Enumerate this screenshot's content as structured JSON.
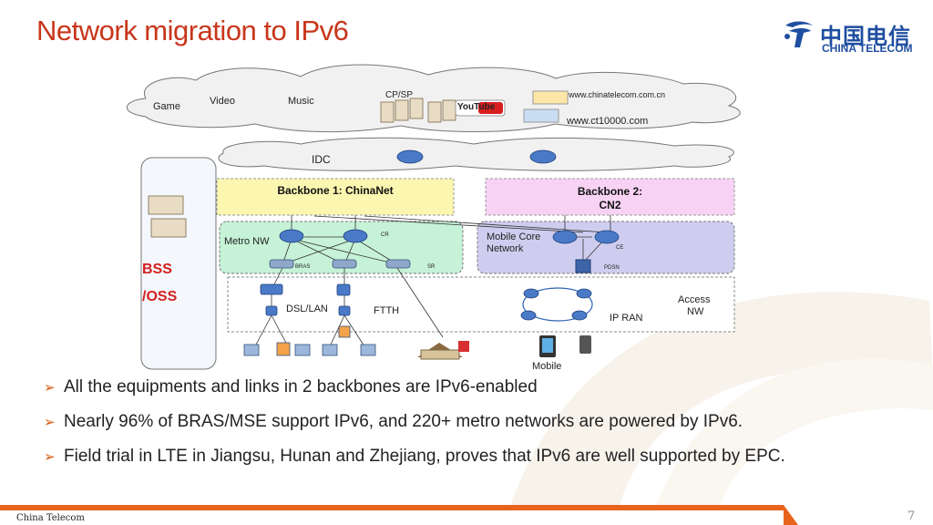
{
  "slide": {
    "title": "Network migration to IPv6",
    "logo_cn": "中国电信",
    "logo_en": "CHINA TELECOM",
    "footer_text": "China Telecom",
    "page_number": "7"
  },
  "diagram": {
    "cloud_labels": {
      "game": "Game",
      "video": "Video",
      "music": "Music",
      "cpsp": "CP/SP",
      "youtube": "YouTube",
      "site1": "www.chinatelecom.com.cn",
      "site2": "www.ct10000.com"
    },
    "idc": "IDC",
    "backbone1": "Backbone 1: ChinaNet",
    "backbone2_line1": "Backbone 2:",
    "backbone2_line2": "CN2",
    "metro": "Metro NW",
    "mobile_core_line1": "Mobile Core",
    "mobile_core_line2": "Network",
    "cr": "CR",
    "ce": "CE",
    "bras": "BRAS",
    "sr": "SR",
    "pdsn": "PDSN",
    "dsl_lan": "DSL/LAN",
    "ftth": "FTTH",
    "ip_ran": "IP RAN",
    "access_line1": "Access",
    "access_line2": "NW",
    "mobile": "Mobile",
    "bss_line1": "BSS",
    "bss_line2": "/OSS"
  },
  "bullets": [
    "All the equipments and links in 2 backbones are IPv6-enabled",
    "Nearly 96% of BRAS/MSE support IPv6, and 220+ metro networks are powered by IPv6.",
    "Field trial in LTE in Jiangsu, Hunan and Zhejiang, proves that IPv6 are well supported by EPC."
  ],
  "colors": {
    "title": "#c8361b",
    "brand_blue": "#1f4ea1",
    "bullet_arrow": "#d4580a",
    "footer_bar": "#e8641c",
    "backbone1_fill": "#fbf6b0",
    "backbone2_fill": "#f8d2f4",
    "metro_fill": "#c6f2d8",
    "mobile_core_fill": "#cfcdef",
    "bss_text": "#d42020"
  }
}
